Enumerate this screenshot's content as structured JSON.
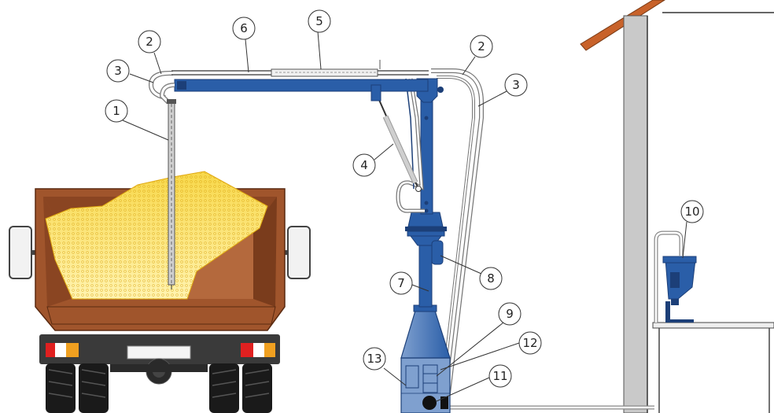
{
  "callouts": [
    {
      "id": "1",
      "label": "1"
    },
    {
      "id": "2a",
      "label": "2"
    },
    {
      "id": "2b",
      "label": "2"
    },
    {
      "id": "3a",
      "label": "3"
    },
    {
      "id": "3b",
      "label": "3"
    },
    {
      "id": "4",
      "label": "4"
    },
    {
      "id": "5",
      "label": "5"
    },
    {
      "id": "6",
      "label": "6"
    },
    {
      "id": "7",
      "label": "7"
    },
    {
      "id": "8",
      "label": "8"
    },
    {
      "id": "9",
      "label": "9"
    },
    {
      "id": "10",
      "label": "10"
    },
    {
      "id": "11",
      "label": "11"
    },
    {
      "id": "12",
      "label": "12"
    },
    {
      "id": "13",
      "label": "13"
    }
  ],
  "colors": {
    "boom_blue": "#2a5ea8",
    "boom_dark": "#1c3f78",
    "truck_body": "#a0552c",
    "truck_body_dark": "#7a3c1c",
    "grain": "#f2c62a",
    "roof": "#c8622a",
    "wall": "#c9c9c9",
    "chassis": "#3a3a3a"
  }
}
